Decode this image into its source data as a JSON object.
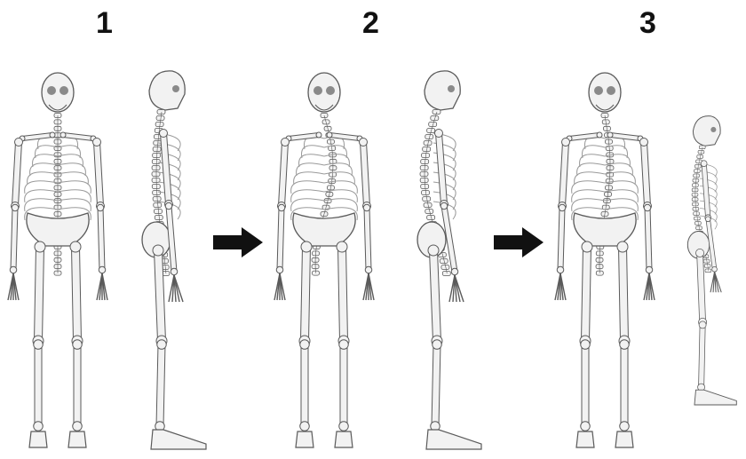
{
  "stages": [
    {
      "label": "1",
      "spine_curve": 0
    },
    {
      "label": "2",
      "spine_curve": 1
    },
    {
      "label": "3",
      "spine_curve": 0.6
    }
  ],
  "colors": {
    "bone_fill": "#f2f2f2",
    "bone_stroke": "#5a5a5a",
    "arrow": "#111111"
  },
  "icons": [
    "right-arrow-icon",
    "right-arrow-icon"
  ]
}
